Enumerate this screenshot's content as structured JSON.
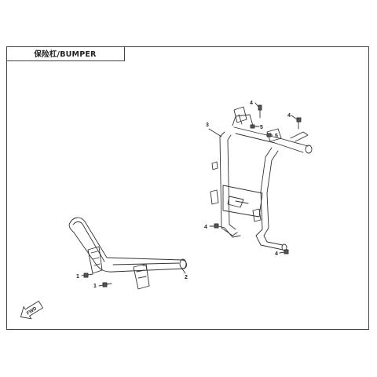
{
  "header": {
    "title": "保险杠/BUMPER"
  },
  "callouts": [
    {
      "id": "c1a",
      "label": "1"
    },
    {
      "id": "c1b",
      "label": "1"
    },
    {
      "id": "c2",
      "label": "2"
    },
    {
      "id": "c3",
      "label": "3"
    },
    {
      "id": "c4a",
      "label": "4"
    },
    {
      "id": "c4b",
      "label": "4"
    },
    {
      "id": "c4c",
      "label": "4"
    },
    {
      "id": "c4d",
      "label": "4"
    },
    {
      "id": "c5a",
      "label": "5"
    },
    {
      "id": "c5b",
      "label": "5"
    }
  ],
  "direction_badge": {
    "label": "FWD",
    "icon": "fwd-arrow-icon"
  },
  "colors": {
    "line": "#333333",
    "frame": "#444444"
  }
}
